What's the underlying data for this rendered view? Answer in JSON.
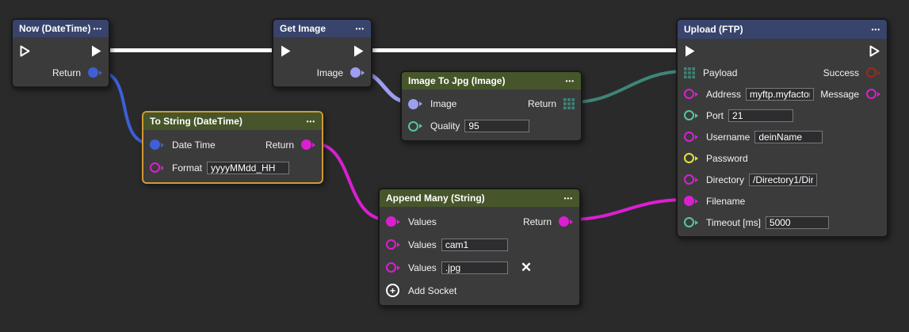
{
  "colors": {
    "exec": "#ffffff",
    "datetime": "#3e5fd5",
    "image": "#9e9ef0",
    "bytes": "#3e8578",
    "string": "#da1fd0",
    "number": "#57c795",
    "secret": "#e5e437",
    "status": "#9e2b18",
    "selection": "#cf9a33",
    "header_blue": "#38446c",
    "header_green": "#46562a",
    "node_body": "#3b3b3c",
    "canvas_bg": "#2a2a2b"
  },
  "icons": {
    "menu": "•••",
    "delete": "✕",
    "add": "+"
  },
  "nodes": {
    "now": {
      "title": "Now (DateTime)",
      "ports": {
        "return": "Return"
      }
    },
    "get_image": {
      "title": "Get Image",
      "ports": {
        "image": "Image"
      }
    },
    "image_to_jpg": {
      "title": "Image To Jpg (Image)",
      "ports": {
        "image": "Image",
        "quality": "Quality",
        "return": "Return"
      },
      "fields": {
        "quality": "95"
      }
    },
    "to_string": {
      "title": "To String (DateTime)",
      "selected": true,
      "ports": {
        "date_time": "Date Time",
        "format": "Format",
        "return": "Return"
      },
      "fields": {
        "format": "yyyyMMdd_HH"
      }
    },
    "append_many": {
      "title": "Append Many (String)",
      "ports": {
        "values1": "Values",
        "values2": "Values",
        "values3": "Values",
        "return": "Return"
      },
      "fields": {
        "values2": "cam1",
        "values3": ".jpg"
      },
      "add_socket_label": "Add Socket"
    },
    "upload": {
      "title": "Upload (FTP)",
      "ports": {
        "payload": "Payload",
        "address": "Address",
        "port": "Port",
        "username": "Username",
        "password": "Password",
        "directory": "Directory",
        "filename": "Filename",
        "timeout": "Timeout [ms]",
        "success": "Success",
        "message": "Message"
      },
      "fields": {
        "address": "myftp.myfactor",
        "port": "21",
        "username": "deinName",
        "directory": "/Directory1/Dir",
        "timeout": "5000"
      }
    }
  }
}
